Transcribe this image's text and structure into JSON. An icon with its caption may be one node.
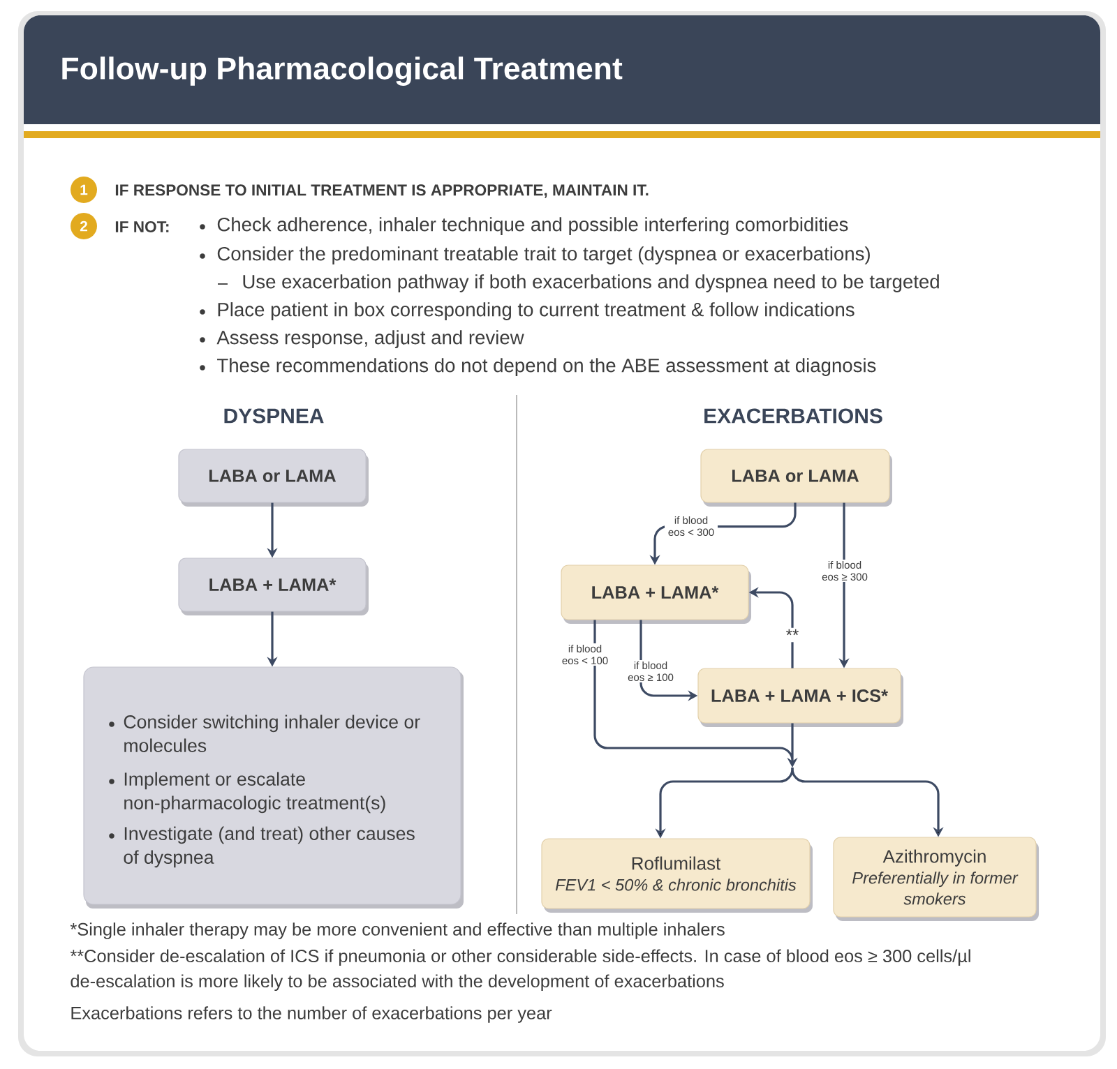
{
  "diagram": {
    "title": "Follow-up Pharmacological Treatment",
    "nodes": [
      {
        "text": [
          "1"
        ],
        "beside": [
          "IF RESPONSE TO INITIAL TREATMENT IS APPROPRIATE, MAINTAIN IT."
        ]
      },
      {
        "text": [
          "2"
        ],
        "beside": [
          "IF NOT:"
        ]
      },
      {
        "text": [
          "LABA or LAMA"
        ]
      },
      {
        "text": [
          "LABA + LAMA*"
        ]
      },
      {
        "text": [
          "Consider switching inhaler device or molecules",
          "Implement or escalate non-pharmacologic treatment(s)",
          "Investigate (and treat) other causes of dyspnea"
        ]
      },
      {
        "text": [
          "LABA or LAMA"
        ]
      },
      {
        "text": [
          "LABA + LAMA*"
        ]
      },
      {
        "text": [
          "LABA + LAMA + ICS*"
        ]
      },
      {
        "text": [
          "Roflumilast",
          "FEV1 < 50% & chronic bronchitis"
        ]
      },
      {
        "text": [
          "Azithromycin",
          "Preferentially in former smokers"
        ]
      }
    ],
    "edges": [
      {
        "from": 2,
        "to": 3,
        "arrow": "to"
      },
      {
        "from": 3,
        "to": 4,
        "arrow": "to"
      },
      {
        "from": 5,
        "to": 6,
        "arrow": "to",
        "label": "if blood eos < 300"
      },
      {
        "from": 5,
        "to": 7,
        "arrow": "to",
        "label": "if blood eos ≥ 300"
      },
      {
        "from": 6,
        "to": 7,
        "arrow": "to",
        "label": "if blood eos ≥ 100"
      },
      {
        "from": 7,
        "to": 6,
        "arrow": "to",
        "label": "**"
      },
      {
        "from": 6,
        "to": 8,
        "arrow": "to",
        "label": "if blood eos < 100"
      },
      {
        "from": 6,
        "to": 9,
        "arrow": "to"
      },
      {
        "from": 7,
        "to": 8,
        "arrow": "to"
      },
      {
        "from": 7,
        "to": 9,
        "arrow": "to"
      }
    ],
    "labels": [
      "Check adherence, inhaler technique and possible interfering comorbidities",
      "Consider the predominant treatable trait to target (dyspnea or exacerbations)",
      "Use exacerbation pathway if both exacerbations and dyspnea need to be targeted",
      "Place patient in box corresponding to current treatment & follow indications",
      "Assess response, adjust and review",
      "These recommendations do not depend on the ABE assessment at diagnosis",
      "DYSPNEA",
      "EXACERBATIONS",
      "*Single inhaler therapy may be more convenient and effective than multiple inhalers",
      "**Consider de-escalation of ICS if pneumonia or other considerable side-effects. In case of blood eos ≥ 300 cells/µl de-escalation is more likely to be associated with the development of exacerbations",
      "Exacerbations refers to the number of exacerbations per year"
    ]
  }
}
